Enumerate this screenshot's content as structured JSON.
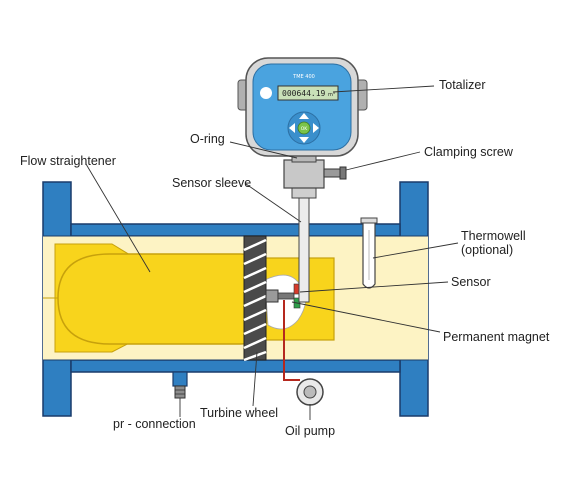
{
  "labels": {
    "totalizer": "Totalizer",
    "o_ring": "O-ring",
    "clamping_screw": "Clamping screw",
    "flow_straightener": "Flow straightener",
    "sensor_sleeve": "Sensor sleeve",
    "thermowell": "Thermowell\n(optional)",
    "sensor": "Sensor",
    "permanent_magnet": "Permanent magnet",
    "turbine_wheel": "Turbine wheel",
    "pr_connection": "pr - connection",
    "oil_pump": "Oil pump"
  },
  "totalizer_display": {
    "model": "TME 400",
    "reading": "000644.19",
    "unit": "m³",
    "button_center": "OK"
  },
  "colors": {
    "pipe_blue": "#2f7fc1",
    "pipe_outline": "#1a3c6b",
    "gas_fill": "#fdf3c4",
    "straightener_yellow": "#f8d41c",
    "totalizer_blue": "#4aa3df",
    "lcd_green": "#c9e0b8",
    "sensor_red": "#d63a2a",
    "sensor_green": "#2e9e4a",
    "oil_line": "#b5281e"
  }
}
